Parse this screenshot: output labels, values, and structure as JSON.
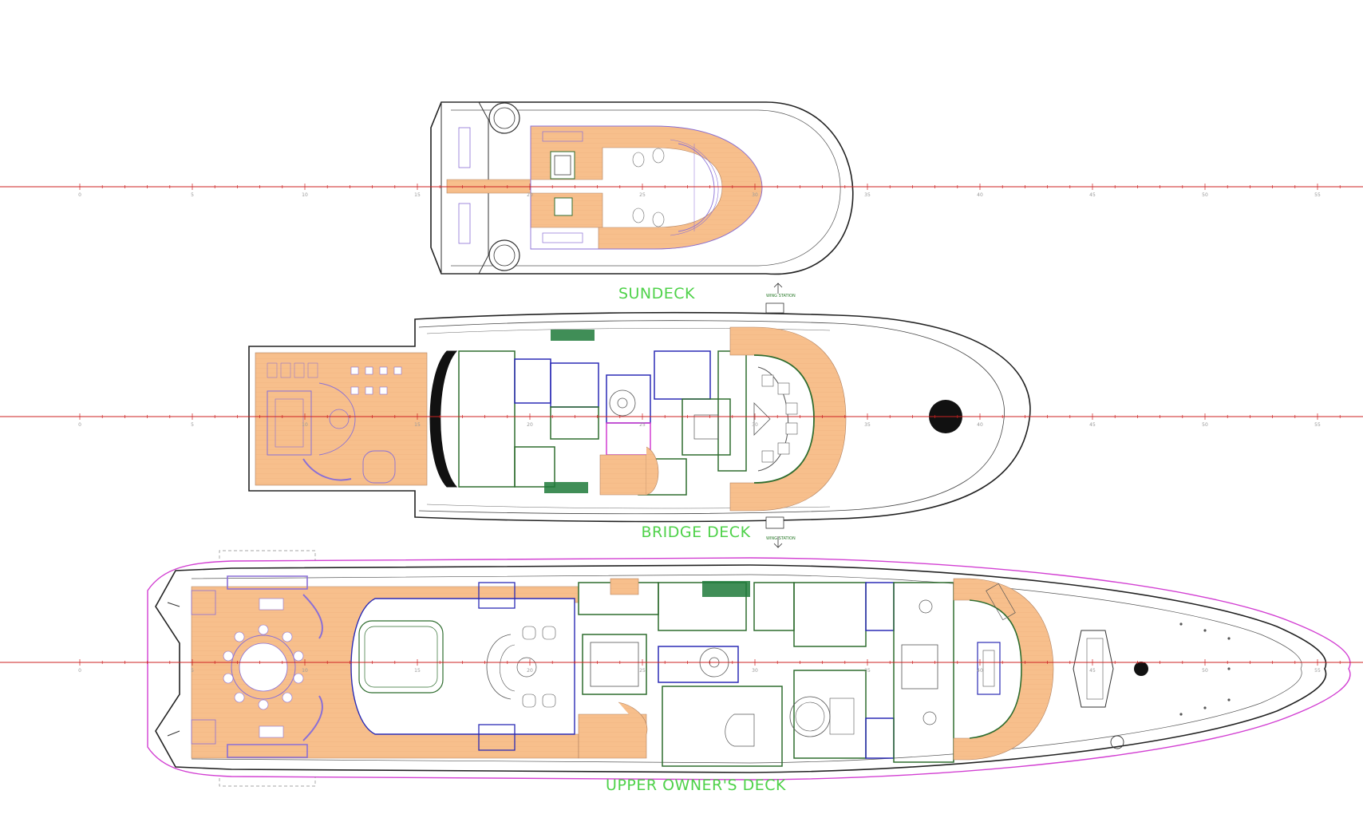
{
  "colors": {
    "deck_wood": "#f7bf8c",
    "hull_line": "#222222",
    "centerline": "#cc2222",
    "interior_wall": "#2f6d2f",
    "blue_wall": "#2b2bb5",
    "furniture_purple": "#8a6fd6",
    "outline_magenta": "#d23fd2",
    "title_green": "#4fd24a"
  },
  "ruler_ticks": [
    "0",
    "5",
    "10",
    "15",
    "20",
    "25",
    "30",
    "35",
    "40",
    "45",
    "50",
    "55"
  ],
  "decks": [
    {
      "id": "sundeck",
      "title": "SUNDECK"
    },
    {
      "id": "bridge",
      "title": "BRIDGE DECK"
    },
    {
      "id": "upper",
      "title": "UPPER OWNER'S DECK"
    }
  ]
}
